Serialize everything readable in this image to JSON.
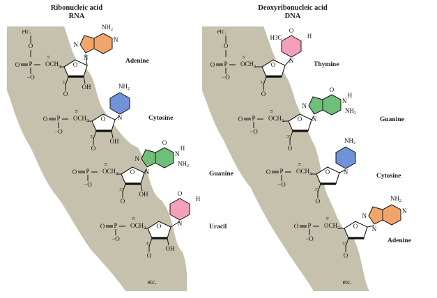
{
  "rna": {
    "title": "Ribonucleic acid",
    "subtitle": "RNA",
    "etc_top": "etc.",
    "etc_bottom": "etc.",
    "bases": [
      {
        "name": "Adenine",
        "color": "#f2a56b"
      },
      {
        "name": "Cytosine",
        "color": "#6f92d8"
      },
      {
        "name": "Guanine",
        "color": "#6fbf7a"
      },
      {
        "name": "Uracil",
        "color": "#f2a1b8"
      }
    ]
  },
  "dna": {
    "title": "Deoxyribonucleic acid",
    "subtitle": "DNA",
    "etc_top": "etc.",
    "etc_bottom": "etc.",
    "bases": [
      {
        "name": "Thymine",
        "color": "#f2a1b8"
      },
      {
        "name": "Guanine",
        "color": "#6fbf7a"
      },
      {
        "name": "Cytosine",
        "color": "#6f92d8"
      },
      {
        "name": "Adenine",
        "color": "#f2a56b"
      }
    ]
  },
  "atoms": {
    "P": "P",
    "O": "O",
    "O_minus": "−O",
    "OCH2": "OCH",
    "sub2": "2",
    "prime5": "5′",
    "prime3": "3′",
    "OH": "OH",
    "N": "N",
    "H": "H",
    "NH2": "NH",
    "CH3": "H3C"
  },
  "colors": {
    "backbone": "#c6c1ac",
    "sugar": "#ffffff"
  }
}
